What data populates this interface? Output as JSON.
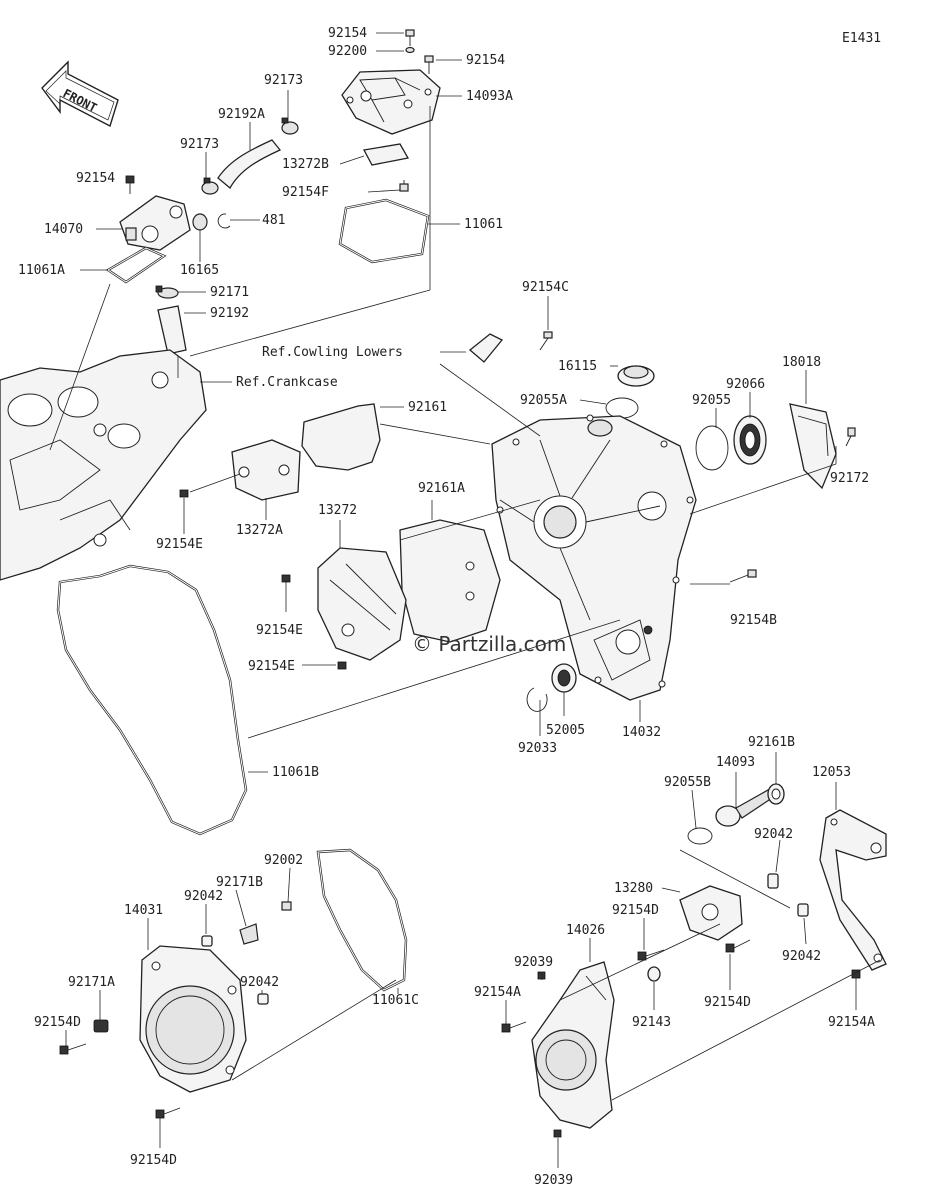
{
  "diagram_code": "E1431",
  "front_label": "FRONT",
  "watermark": "© Partzilla.com",
  "refs": {
    "cowling": "Ref.Cowling Lowers",
    "crankcase": "Ref.Crankcase"
  },
  "parts": {
    "p92154_top": "92154",
    "p92200": "92200",
    "p92154_top2": "92154",
    "p14093A": "14093A",
    "p92173_a": "92173",
    "p92192A": "92192A",
    "p13272B": "13272B",
    "p92173_b": "92173",
    "p92154F": "92154F",
    "p92154_left": "92154",
    "p11061": "11061",
    "p481": "481",
    "p14070": "14070",
    "p16165": "16165",
    "p11061A": "11061A",
    "p92171": "92171",
    "p92192": "92192",
    "p92154C": "92154C",
    "p16115": "16115",
    "p18018": "18018",
    "p92055A": "92055A",
    "p92055": "92055",
    "p92066": "92066",
    "p92161": "92161",
    "p92172": "92172",
    "p92154E_a": "92154E",
    "p13272A": "13272A",
    "p13272": "13272",
    "p92161A": "92161A",
    "p92154B": "92154B",
    "p92154E_b": "92154E",
    "p92154E_c": "92154E",
    "p52005": "52005",
    "p14032": "14032",
    "p92033": "92033",
    "p11061B": "11061B",
    "p92161B": "92161B",
    "p14093": "14093",
    "p12053": "12053",
    "p92055B": "92055B",
    "p92042_r1": "92042",
    "p92002": "92002",
    "p92171B": "92171B",
    "p14031": "14031",
    "p92042_l1": "92042",
    "p13280": "13280",
    "p92154D_r1": "92154D",
    "p92042_r2": "92042",
    "p14026": "14026",
    "p92039_a": "92039",
    "p92171A": "92171A",
    "p92042_l2": "92042",
    "p11061C": "11061C",
    "p92154D_l": "92154D",
    "p92154A_l": "92154A",
    "p92143": "92143",
    "p92154D_r2": "92154D",
    "p92154A_r": "92154A",
    "p92154D_bottom": "92154D",
    "p92039_b": "92039"
  }
}
